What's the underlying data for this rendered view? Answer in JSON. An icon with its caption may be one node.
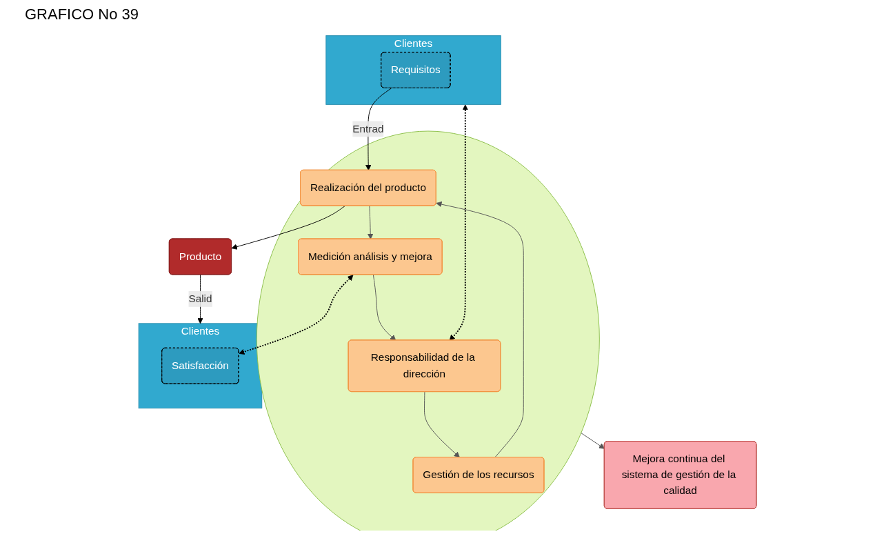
{
  "diagram": {
    "title": "GRAFICO No 39",
    "nodes": [
      {
        "text": [
          "Mejora continua del sistema de gestión de la calidad"
        ]
      },
      {
        "text": [
          "Clientes"
        ]
      },
      {
        "text": [
          "Requisitos"
        ],
        "in": 1
      },
      {
        "text": [],
        "shape": "circle"
      },
      {
        "text": [
          "Responsabilidad de la dirección"
        ],
        "in": 3
      },
      {
        "text": [
          "Gestión de los recursos"
        ],
        "in": 3
      },
      {
        "text": [
          "Medición análisis y mejora"
        ],
        "in": 3
      },
      {
        "text": [
          "Realización del producto"
        ],
        "in": 3
      },
      {
        "text": [
          "Producto"
        ]
      },
      {
        "text": [
          "Clientes"
        ]
      },
      {
        "text": [
          "Satisfacción"
        ],
        "in": 9
      }
    ],
    "edges": [
      {
        "from": 1,
        "to": 4,
        "arrow": "both",
        "style": "dashed",
        "color": "#000000"
      },
      {
        "from": 4,
        "to": 5,
        "arrow": "to"
      },
      {
        "from": 5,
        "to": 7,
        "arrow": "to"
      },
      {
        "from": 7,
        "to": 6,
        "arrow": "to"
      },
      {
        "from": 6,
        "to": 4,
        "arrow": "to"
      },
      {
        "from": 3,
        "to": 0,
        "arrow": "to"
      },
      {
        "from": 6,
        "to": 10,
        "arrow": "both",
        "style": "dashed",
        "color": "#000000"
      },
      {
        "from": 2,
        "to": 7,
        "arrow": "to",
        "label": "Entrad",
        "color": "#000000"
      },
      {
        "from": 7,
        "to": 8,
        "arrow": "to",
        "color": "#000000"
      },
      {
        "from": 8,
        "to": 9,
        "arrow": "to",
        "label": "Salid",
        "color": "#000000"
      }
    ]
  }
}
